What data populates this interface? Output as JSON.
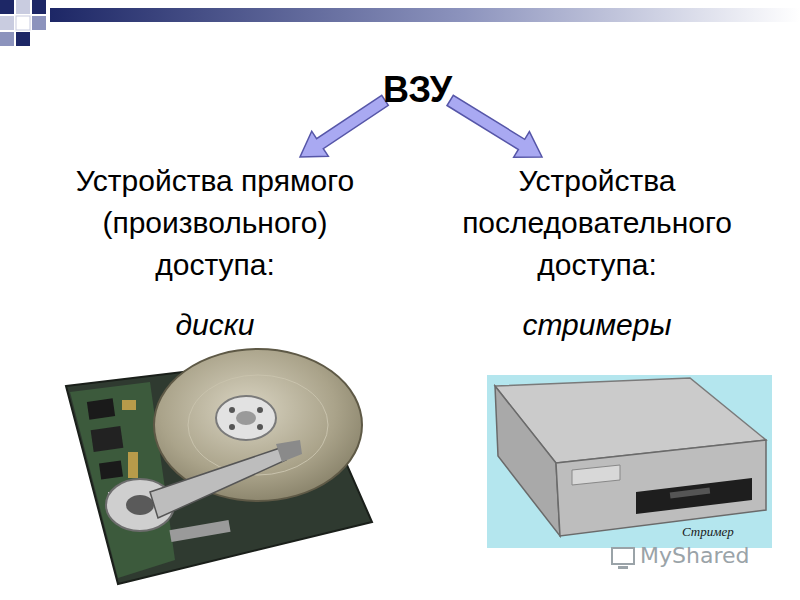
{
  "diagram": {
    "nodes": [
      {
        "text": [
          "ВЗУ"
        ]
      },
      {
        "text": [
          "Устройства прямого (произвольного) доступа:",
          "диски"
        ]
      },
      {
        "text": [
          "Устройства последовательного доступа:",
          "стримеры"
        ]
      }
    ],
    "edges": [
      {
        "from": 0,
        "to": 1,
        "arrow": "to"
      },
      {
        "from": 0,
        "to": 2,
        "arrow": "to"
      }
    ],
    "labels": [
      "Стример",
      "MyShared"
    ]
  }
}
